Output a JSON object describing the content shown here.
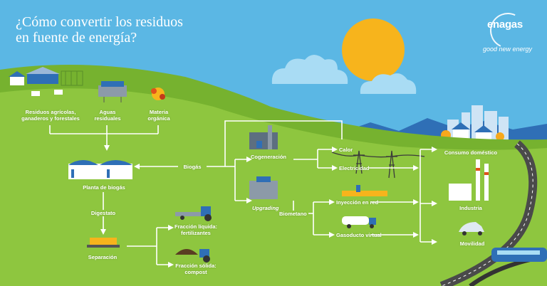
{
  "header": {
    "title_line1": "¿Cómo convertir los residuos",
    "title_line2": "en fuente de energía?",
    "logo": "enagas",
    "tagline": "good new energy"
  },
  "sources": [
    {
      "line1": "Residuos agrícolas,",
      "line2": "ganaderos y forestales"
    },
    {
      "line1": "Aguas",
      "line2": "residuales"
    },
    {
      "line1": "Materia",
      "line2": "orgánica"
    }
  ],
  "process": {
    "plant": "Planta de biogás",
    "digestate": "Digestato",
    "separation": "Separación",
    "liquid_line1": "Fracción líquida:",
    "liquid_line2": "fertilizantes",
    "solid_line1": "Fracción sólida:",
    "solid_line2": "compost",
    "biogas": "Biogás",
    "cogeneration": "Cogeneración",
    "upgrading": "Upgrading",
    "biomethane": "Biometano",
    "heat": "Calor",
    "electricity": "Electricidad",
    "grid_injection": "Inyección en red",
    "virtual_pipeline": "Gasoducto virtual"
  },
  "uses": {
    "domestic": "Consumo doméstico",
    "industry": "Industria",
    "mobility": "Movilidad"
  },
  "colors": {
    "sky": "#5bb7e4",
    "grass": "#8ec63f",
    "grass_dark": "#76b22f",
    "sun": "#f7b41c",
    "mountains": "#2f6fb6",
    "flow_line": "#ffffff"
  }
}
